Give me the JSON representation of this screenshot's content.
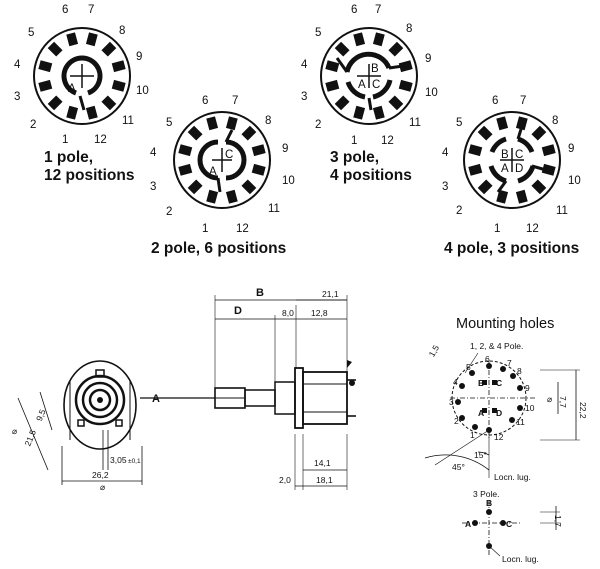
{
  "colors": {
    "ink": "#111111",
    "paper": "#ffffff"
  },
  "positions": [
    "1",
    "2",
    "3",
    "4",
    "5",
    "6",
    "7",
    "8",
    "9",
    "10",
    "11",
    "12"
  ],
  "switch_diagrams": [
    {
      "caption_line1": "1 pole,",
      "caption_line2": "12 positions",
      "letters": [
        "A"
      ]
    },
    {
      "caption_line1": "2 pole, 6 positions",
      "caption_line2": "",
      "letters": [
        "A",
        "C"
      ]
    },
    {
      "caption_line1": "3 pole,",
      "caption_line2": "4 positions",
      "letters": [
        "A",
        "B",
        "C"
      ]
    },
    {
      "caption_line1": "4 pole, 3 positions",
      "caption_line2": "",
      "letters": [
        "A",
        "B",
        "C",
        "D"
      ]
    }
  ],
  "mechanical": {
    "dim_B": "B",
    "dim_D": "D",
    "dim_A": "A",
    "dim_21_1": "21,1",
    "dim_8_0": "8,0",
    "dim_12_8": "12,8",
    "dim_9_5": "9,5",
    "dim_21_5": "21,5",
    "dim_3_05": "3,05",
    "dim_tol": "±0,1",
    "dim_26_2": "26,2",
    "dim_2_0": "2,0",
    "dim_14_1": "14,1",
    "dim_18_1": "18,1",
    "dia": "⌀"
  },
  "mounting": {
    "title": "Mounting holes",
    "note_poles": "1, 2, & 4 Pole.",
    "dim_1_5": "1,5",
    "dim_22_2": "22,2",
    "dim_7_7": "7,7",
    "angle_15": "15°",
    "angle_45": "45°",
    "locn_lug_1": "Locn. lug.",
    "three_pole": "3 Pole.",
    "locn_lug_2": "Locn. lug.",
    "dim_1_7": "1,7",
    "hole_letters": [
      "A",
      "B",
      "C",
      "D"
    ]
  }
}
